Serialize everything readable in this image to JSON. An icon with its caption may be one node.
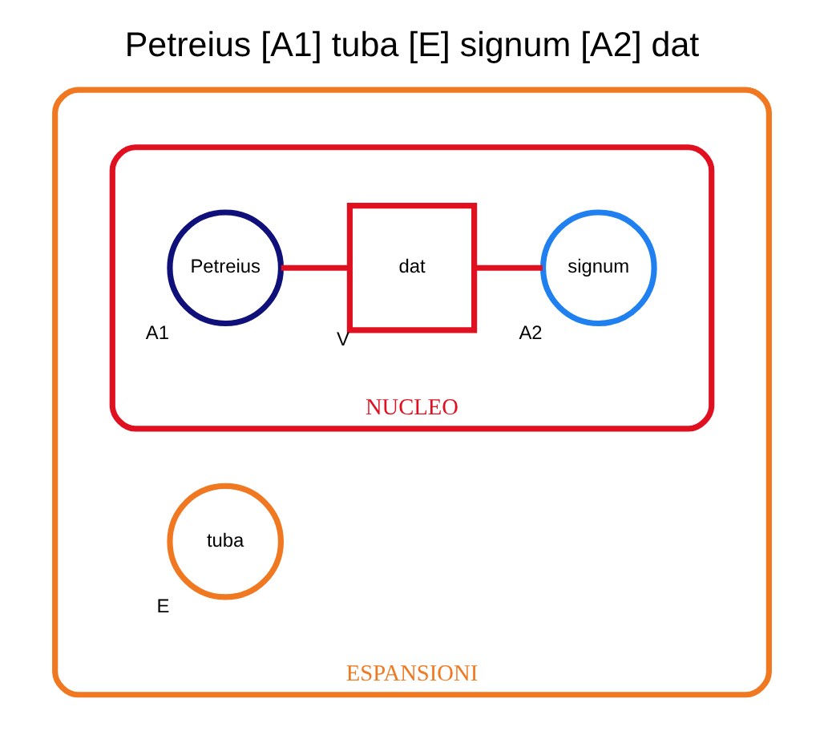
{
  "diagram": {
    "title": "Petreius [A1] tuba [E] signum [A2] dat",
    "nodes": [
      {
        "text": [
          "ESPANSIONI"
        ]
      },
      {
        "text": [
          "tuba"
        ],
        "in": 0,
        "beside": [
          "E"
        ]
      },
      {
        "text": [
          "NUCLEO"
        ],
        "in": 0
      },
      {
        "text": [
          "Petreius"
        ],
        "in": 2,
        "beside": [
          "A1"
        ]
      },
      {
        "text": [
          "dat"
        ],
        "in": 2,
        "beside": [
          "V"
        ]
      },
      {
        "text": [
          "signum"
        ],
        "in": 2,
        "beside": [
          "A2"
        ]
      }
    ],
    "edges": [
      {
        "from": 3,
        "to": 4,
        "arrow": "none",
        "color": "#e01020"
      },
      {
        "from": 4,
        "to": 5,
        "arrow": "none",
        "color": "#e01020"
      }
    ]
  }
}
